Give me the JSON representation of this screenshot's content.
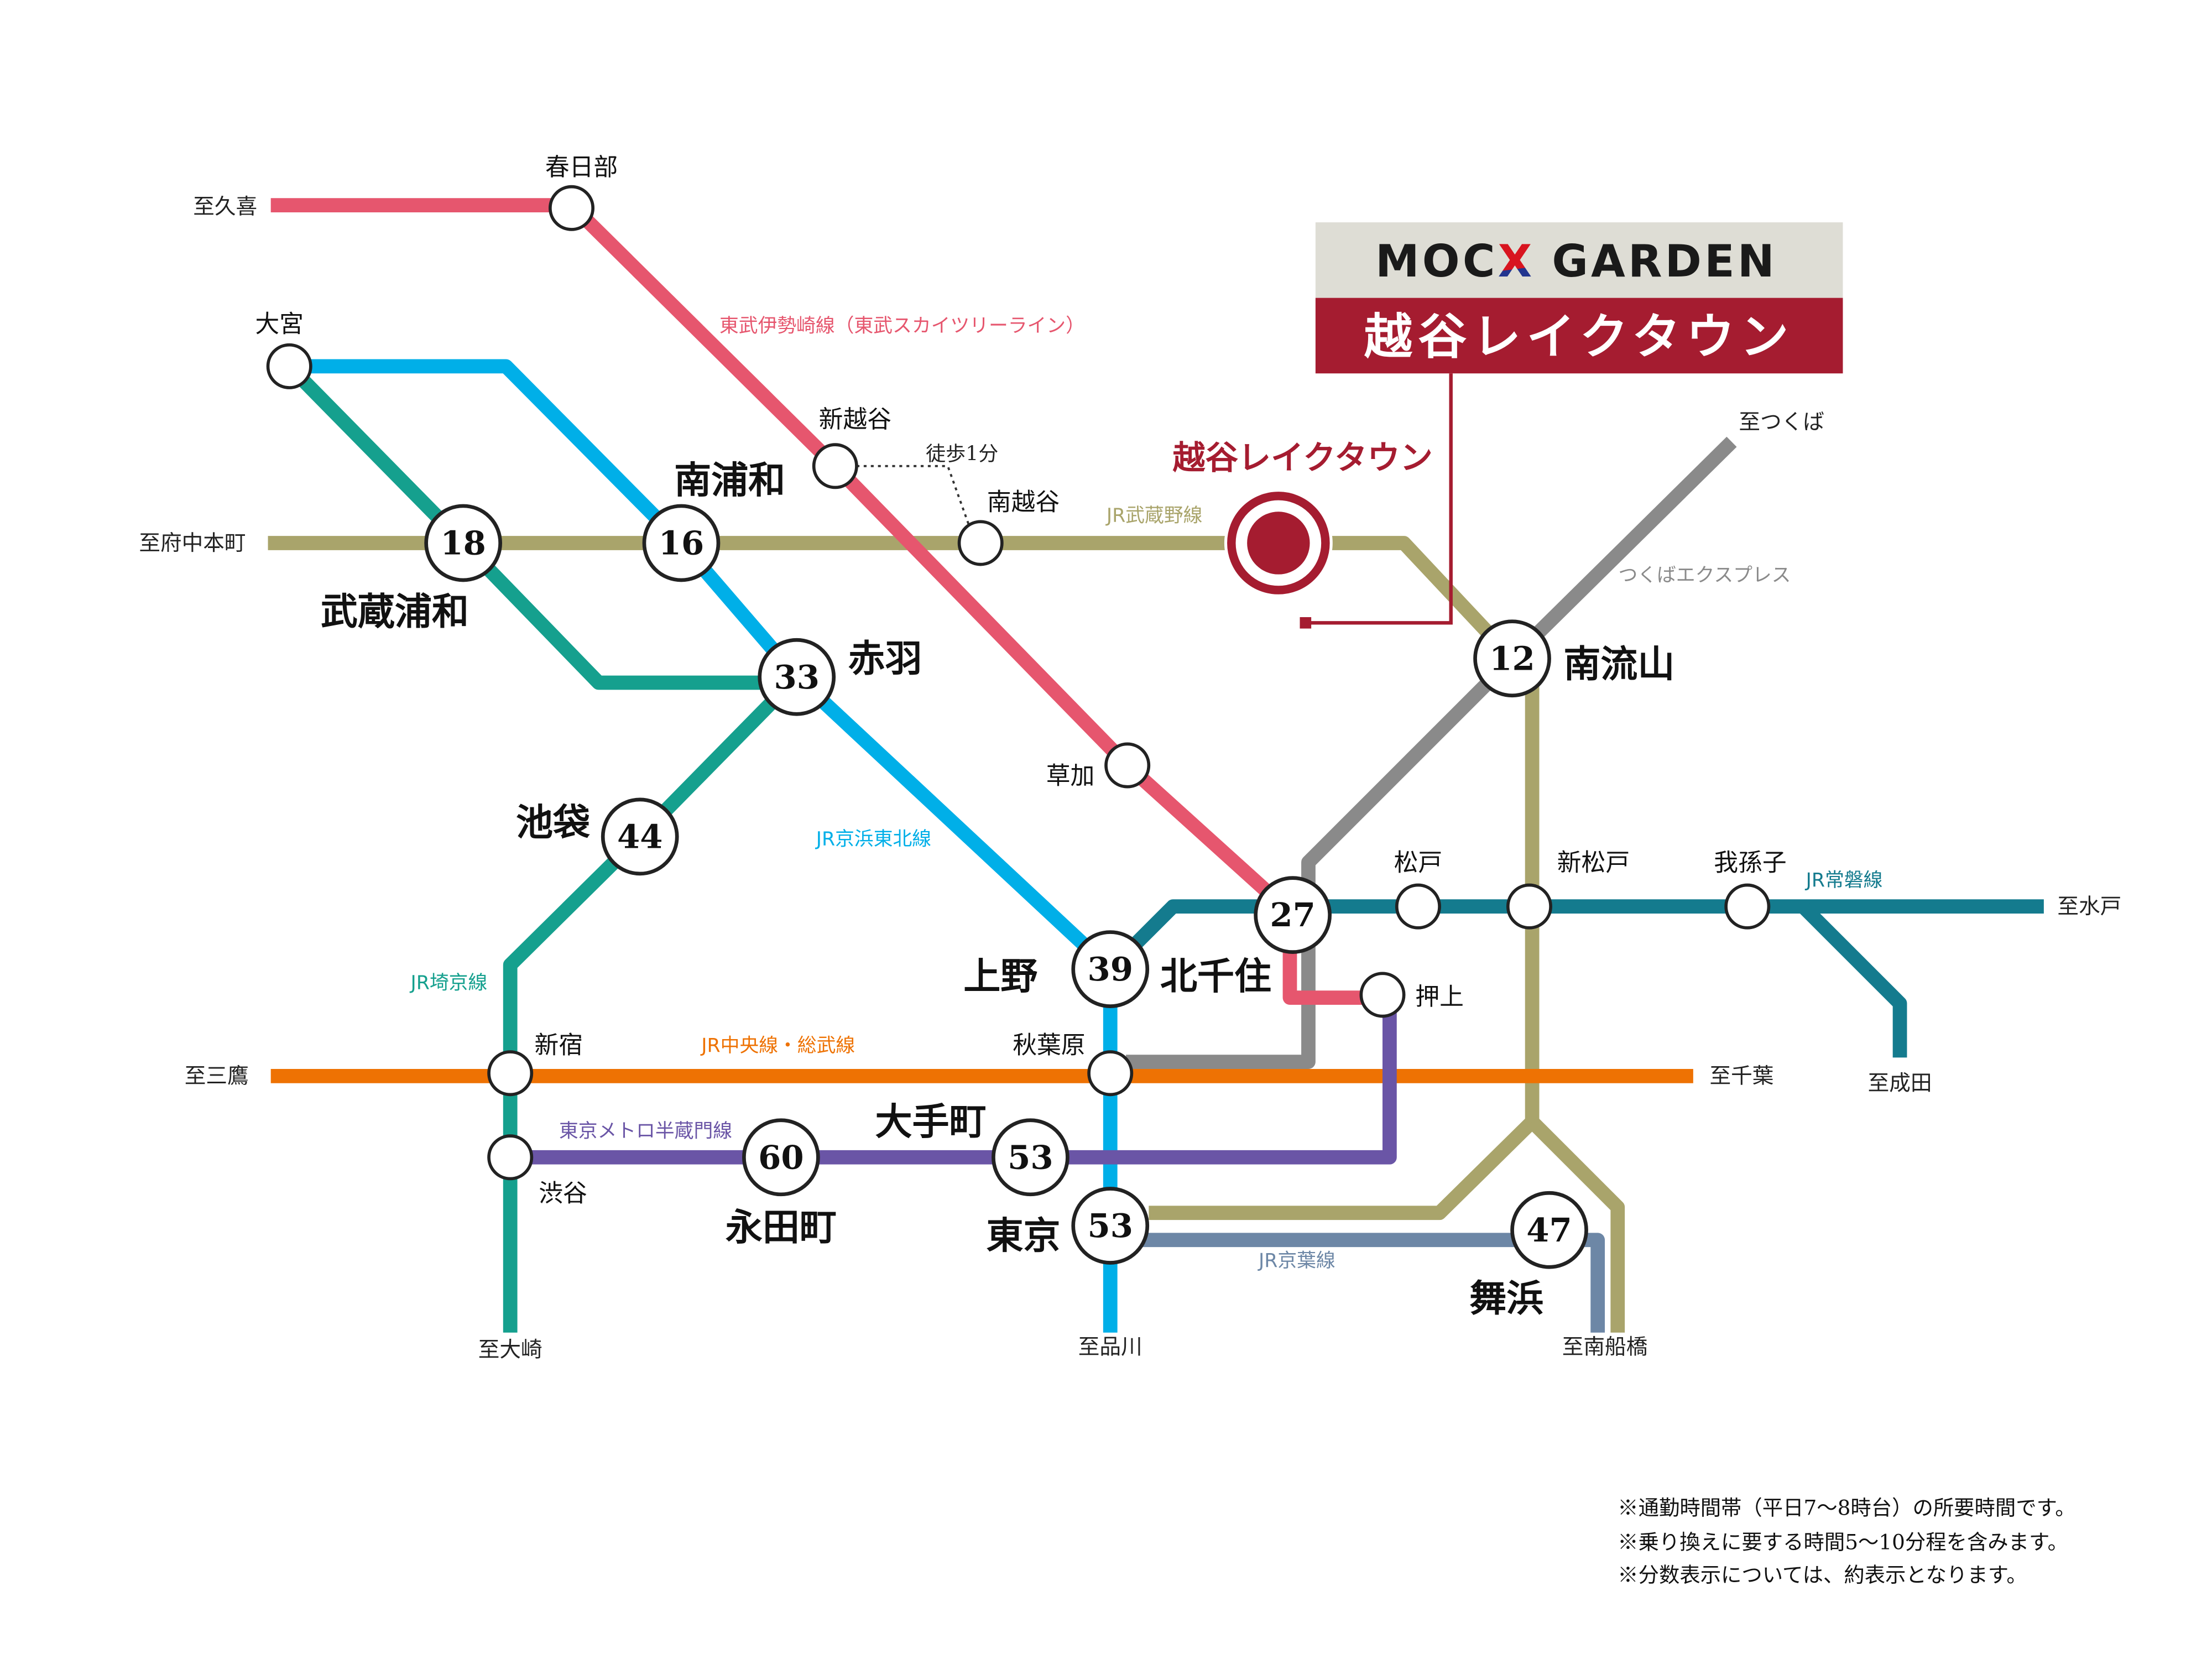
{
  "brand": {
    "logo": {
      "lead": "MOC",
      "mark": "X",
      "tail": "GARDEN"
    },
    "property_name": "越谷レイクタウン"
  },
  "home_station": {
    "name": "越谷レイクタウン"
  },
  "stations": {
    "kasukabe": {
      "name": "春日部"
    },
    "omiya": {
      "name": "大宮"
    },
    "shin_koshigaya": {
      "name": "新越谷"
    },
    "minami_koshigaya": {
      "name": "南越谷"
    },
    "minami_urawa": {
      "name": "南浦和",
      "minutes": 16
    },
    "musashi_urawa": {
      "name": "武蔵浦和",
      "minutes": 18
    },
    "akabane": {
      "name": "赤羽",
      "minutes": 33
    },
    "minami_nagareyama": {
      "name": "南流山",
      "minutes": 12
    },
    "soka": {
      "name": "草加"
    },
    "ikebukuro": {
      "name": "池袋",
      "minutes": 44
    },
    "matsudo": {
      "name": "松戸"
    },
    "shin_matsudo": {
      "name": "新松戸"
    },
    "abiko": {
      "name": "我孫子"
    },
    "ueno": {
      "name": "上野",
      "minutes": 39
    },
    "kita_senju": {
      "name": "北千住",
      "minutes": 27
    },
    "oshiage": {
      "name": "押上"
    },
    "shinjuku": {
      "name": "新宿"
    },
    "akihabara": {
      "name": "秋葉原"
    },
    "otemachi": {
      "name": "大手町",
      "minutes": 53
    },
    "shibuya": {
      "name": "渋谷"
    },
    "nagatacho": {
      "name": "永田町",
      "minutes": 60
    },
    "tokyo": {
      "name": "東京",
      "minutes": 53
    },
    "maihama": {
      "name": "舞浜",
      "minutes": 47
    }
  },
  "transfer_walk": "徒歩1分",
  "termini": {
    "kuki": "至久喜",
    "fuchu_hommachi": "至府中本町",
    "tsukuba": "至つくば",
    "mito": "至水戸",
    "narita": "至成田",
    "mitaka": "至三鷹",
    "chiba": "至千葉",
    "osaki": "至大崎",
    "shinagawa": "至品川",
    "minami_funabashi": "至南船橋"
  },
  "lines": {
    "tobu_isesaki": {
      "name": "東武伊勢崎線（東武スカイツリーライン）",
      "color": "#E6566E"
    },
    "keihin_tohoku": {
      "name": "JR京浜東北線",
      "color": "#00AFE8"
    },
    "saikyo": {
      "name": "JR埼京線",
      "color": "#15A08E"
    },
    "musashino": {
      "name": "JR武蔵野線",
      "color": "#A9A46B"
    },
    "tsukuba_express": {
      "name": "つくばエクスプレス",
      "color": "#8A8A8A"
    },
    "joban": {
      "name": "JR常磐線",
      "color": "#147B8E"
    },
    "chuo_sobu": {
      "name": "JR中央線・総武線",
      "color": "#EE7203"
    },
    "hanzomon": {
      "name": "東京メトロ半蔵門線",
      "color": "#6A55A6"
    },
    "keiyo": {
      "name": "JR京葉線",
      "color": "#6D87A6"
    }
  },
  "colors": {
    "brand_red": "#A51C30",
    "brand_gray": "#DEDDD5",
    "logo_red": "#D8141F",
    "logo_blue": "#22358F"
  },
  "notes": [
    "※通勤時間帯（平日7～8時台）の所要時間です。",
    "※乗り換えに要する時間5～10分程を含みます。",
    "※分数表示については、約表示となります。"
  ]
}
